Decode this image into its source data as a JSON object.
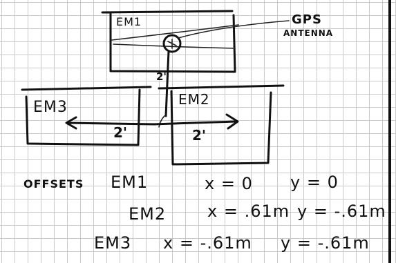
{
  "boxes": {
    "em1": "EM1",
    "em2": "EM2",
    "em3": "EM3"
  },
  "antenna": {
    "line1": "GPS",
    "line2": "ANTENNA"
  },
  "distances": {
    "vertical": "2'",
    "left": "2'",
    "right": "2'"
  },
  "offsets": {
    "title": "OFFSETS",
    "rows": [
      {
        "name": "EM1",
        "x": "x = 0",
        "y": "y = 0"
      },
      {
        "name": "EM2",
        "x": "x = .61m",
        "y": "y = -.61m"
      },
      {
        "name": "EM3",
        "x": "x = -.61m",
        "y": "y = -.61m"
      }
    ]
  }
}
